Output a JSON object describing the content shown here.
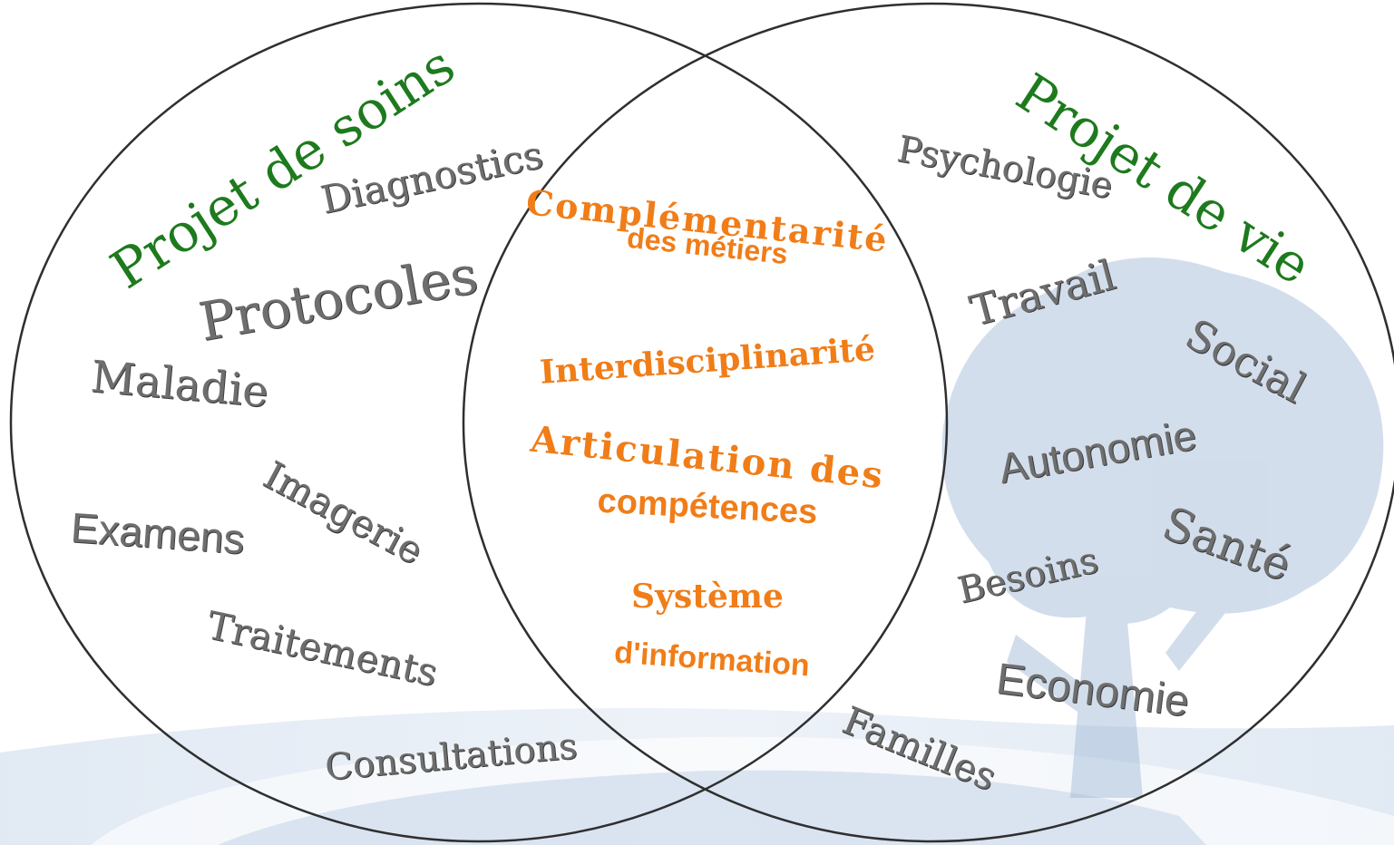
{
  "left": {
    "title": "Projet de soins",
    "words": [
      "Diagnostics",
      "Protocoles",
      "Maladie",
      "Imagerie",
      "Examens",
      "Traitements",
      "Consultations"
    ]
  },
  "right": {
    "title": "Projet de vie",
    "words": [
      "Psychologie",
      "Travail",
      "Social",
      "Autonomie",
      "Santé",
      "Besoins",
      "Economie",
      "Familles"
    ]
  },
  "intersection": {
    "items": [
      "Complémentarité",
      "des métiers",
      "Interdisciplinarité",
      "Articulation des",
      "compétences",
      "Système",
      "d'information"
    ]
  },
  "colors": {
    "title_green": "#1d7a1d",
    "word_grey": "#6e6e6e",
    "intersection_orange": "#f07d18",
    "circle_stroke": "#2f2f2f",
    "watermark_blue": "#9db6d6"
  }
}
